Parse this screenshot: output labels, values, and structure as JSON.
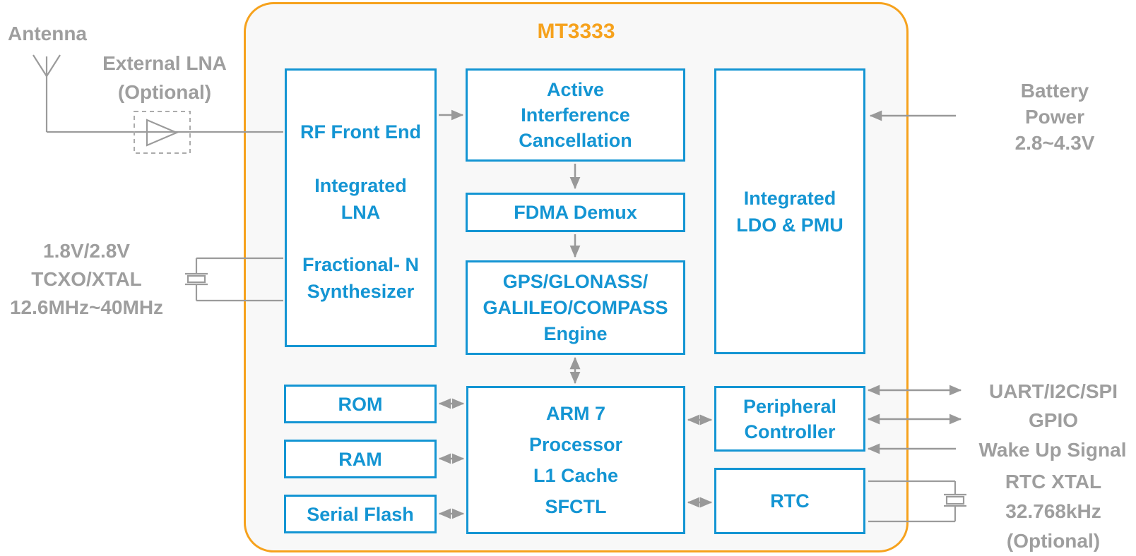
{
  "chip": {
    "title": "MT3333",
    "blocks": {
      "rf_front_end": {
        "lines": [
          "RF Front End",
          "Integrated",
          "LNA",
          "Fractional- N",
          "Synthesizer"
        ]
      },
      "active_interference_cancellation": {
        "lines": [
          "Active",
          "Interference",
          "Cancellation"
        ]
      },
      "fdma_demux": {
        "label": "FDMA Demux"
      },
      "gnss_engine": {
        "lines": [
          "GPS/GLONASS/",
          "GALILEO/COMPASS",
          "Engine"
        ]
      },
      "ldo_pmu": {
        "lines": [
          "Integrated",
          "LDO & PMU"
        ]
      },
      "rom": {
        "label": "ROM"
      },
      "ram": {
        "label": "RAM"
      },
      "serial_flash": {
        "label": "Serial Flash"
      },
      "arm_processor": {
        "lines": [
          "ARM 7",
          "Processor",
          "L1 Cache",
          "SFCTL"
        ]
      },
      "peripheral_controller": {
        "lines": [
          "Peripheral",
          "Controller"
        ]
      },
      "rtc": {
        "label": "RTC"
      }
    },
    "external": {
      "antenna": {
        "label": "Antenna"
      },
      "external_lna": {
        "lines": [
          "External LNA",
          "(Optional)"
        ]
      },
      "tcxo": {
        "lines": [
          "1.8V/2.8V",
          "TCXO/XTAL",
          "12.6MHz~40MHz"
        ]
      },
      "battery": {
        "lines": [
          "Battery",
          "Power",
          "2.8~4.3V"
        ]
      },
      "uart": {
        "label": "UART/I2C/SPI"
      },
      "gpio": {
        "label": "GPIO"
      },
      "wake_up": {
        "label": "Wake Up Signal"
      },
      "rtc_xtal": {
        "lines": [
          "RTC XTAL",
          "32.768kHz",
          "(Optional)"
        ]
      }
    },
    "colors": {
      "accent_orange": "#F6A21D",
      "block_blue": "#1495D3",
      "label_gray": "#9E9E9E",
      "connector_gray": "#999999",
      "chip_background": "#F8F8F8"
    }
  }
}
